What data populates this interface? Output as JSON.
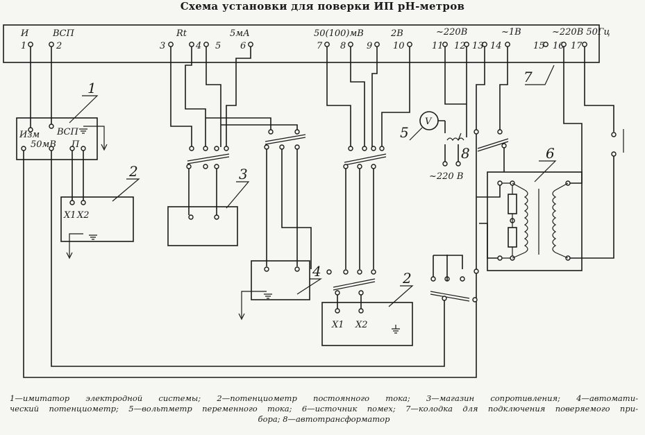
{
  "title": "Схема установки для поверки ИП рН-метров",
  "block7": {
    "labels": [
      "И",
      "ВСП",
      "Rt",
      "5мА",
      "50(100)мВ",
      "2В",
      "~220В",
      "~1В",
      "~220В 50Гц"
    ],
    "terminals": [
      "1",
      "2",
      "3",
      "4",
      "5",
      "6",
      "7",
      "8",
      "9",
      "10",
      "11",
      "12",
      "13",
      "14",
      "15",
      "16",
      "17"
    ]
  },
  "block1": {
    "izm": "Изм",
    "mv": "50мВ",
    "vsp": "ВСП",
    "p": "П"
  },
  "block2a": {
    "x1": "X1",
    "x2": "X2"
  },
  "block2b": {
    "x1": "X1",
    "x2": "X2"
  },
  "voltmeter": {
    "symbol": "V",
    "supply": "~220 В"
  },
  "numbers": {
    "n1": "1",
    "n2a": "2",
    "n2b": "2",
    "n3": "3",
    "n4": "4",
    "n5": "5",
    "n6": "6",
    "n7": "7",
    "n8": "8"
  },
  "legend": {
    "line1": "1—имитатор электродной системы; 2—потенциометр постоянного тока; 3—магазин сопротивления; 4—автомати-",
    "line2": "ческий потенциометр; 5—вольтметр переменного тока; 6—источник помех; 7—колодка для подключения поверяемого при-",
    "line3": "бора; 8—автотрансформатор"
  }
}
